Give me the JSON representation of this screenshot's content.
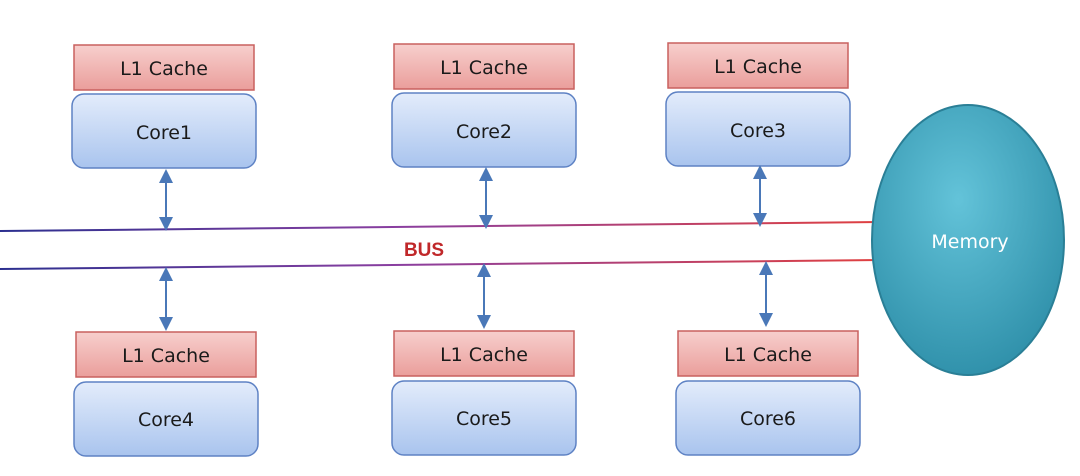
{
  "bus_label": "BUS",
  "memory_label": "Memory",
  "colors": {
    "cache_fill": "#f2b3b2",
    "cache_border": "#c9605e",
    "core_fill": "#c7d8f6",
    "core_border": "#5e82c4",
    "arrow": "#4a78b8",
    "memory_fill": "#3fa7c0",
    "bus_label": "#c0282a"
  },
  "units": [
    {
      "cache_label": "L1 Cache",
      "core_label": "Core1"
    },
    {
      "cache_label": "L1 Cache",
      "core_label": "Core2"
    },
    {
      "cache_label": "L1 Cache",
      "core_label": "Core3"
    },
    {
      "cache_label": "L1 Cache",
      "core_label": "Core4"
    },
    {
      "cache_label": "L1 Cache",
      "core_label": "Core5"
    },
    {
      "cache_label": "L1 Cache",
      "core_label": "Core6"
    }
  ]
}
